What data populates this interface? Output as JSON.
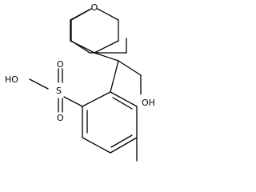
{
  "structure": {
    "atoms": {
      "ring_oxygen": "O",
      "hydroxyl": "OH",
      "sulfonic_hydroxyl": "HO",
      "sulfur": "S",
      "sulfonyl_oxygen_top": "O",
      "sulfonyl_oxygen_bottom": "O"
    },
    "colors": {
      "bond": "#000000",
      "background": "#ffffff"
    }
  }
}
